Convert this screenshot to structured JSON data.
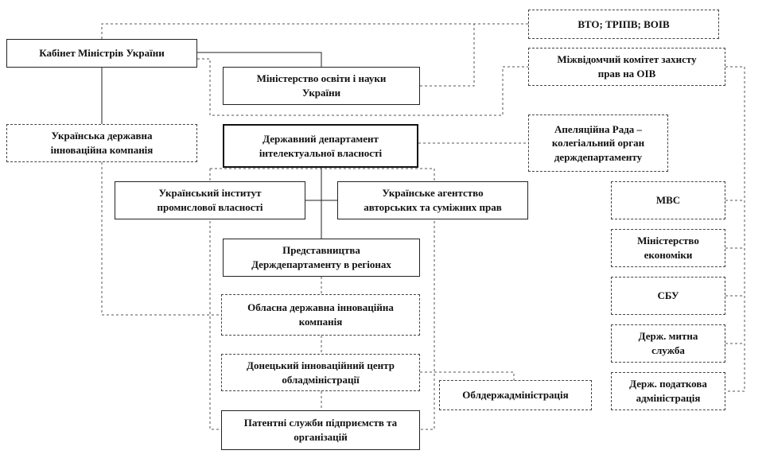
{
  "nodes": {
    "vto": {
      "line1": "ВТО; ТРІПВ; ВОІВ",
      "line2": ""
    },
    "cabinet": {
      "line1": "Кабінет Міністрів  України",
      "line2": ""
    },
    "interagency": {
      "line1": "Міжвідомчий комітет  захисту",
      "line2": "прав на ОІВ"
    },
    "ministry_education": {
      "line1": "Міністерство  освіти і науки",
      "line2": "України"
    },
    "ukr_innovation": {
      "line1": "Українська  державна",
      "line2": "інноваційна компанія"
    },
    "state_department": {
      "line1": "Державний департамент",
      "line2": "інтелектуальної власності"
    },
    "appeal_board": {
      "line1": "Апеляційна Рада –",
      "line2": "колегіальний орган",
      "line3": "держдепартаменту"
    },
    "inst_industrial": {
      "line1": "Український  інститут",
      "line2": "промислової власності"
    },
    "agency_copyright": {
      "line1": "Українське  агентство",
      "line2": "авторських та суміжних прав"
    },
    "mvs": {
      "line1": "МВС",
      "line2": ""
    },
    "representation": {
      "line1": "Представництва",
      "line2": "Держдепартаменту в регіонах"
    },
    "ministry_economy": {
      "line1": "Міністерство",
      "line2": "економіки"
    },
    "regional_company": {
      "line1": "Обласна державна інноваційна",
      "line2": "компанія"
    },
    "sbu": {
      "line1": "СБУ",
      "line2": ""
    },
    "donetsk_center": {
      "line1": "Донецький інноваційний центр",
      "line2": "облaдміністрації"
    },
    "customs": {
      "line1": "Держ. митна",
      "line2": "служба"
    },
    "oblderzh": {
      "line1": "Облдержадміністрація",
      "line2": ""
    },
    "tax": {
      "line1": "Держ. податкова",
      "line2": "адміністрація"
    },
    "patent_services": {
      "line1": "Патентні служби підприємств та",
      "line2": "організацій"
    }
  },
  "colors": {
    "line": "#222222",
    "dashed": "#555555",
    "background": "#ffffff"
  }
}
